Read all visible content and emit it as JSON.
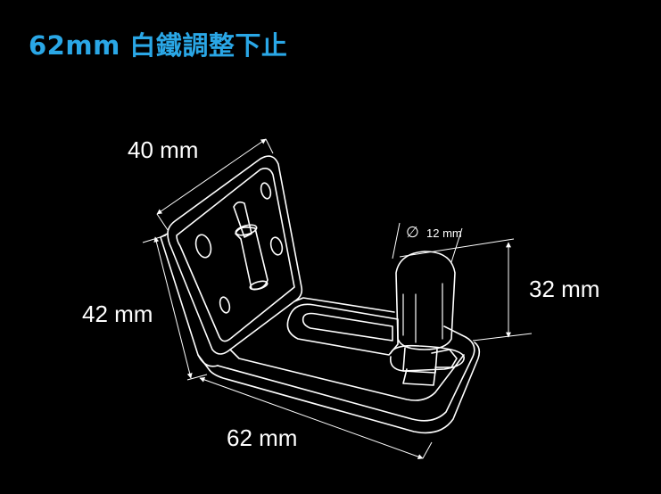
{
  "title": "62mm 白鐵調整下止",
  "dimensions": {
    "width_label": "40 mm",
    "height_label": "42 mm",
    "length_label": "62 mm",
    "pin_height_label": "32 mm",
    "pin_diameter_label": "12 mm",
    "diameter_symbol": "∅"
  },
  "colors": {
    "background": "#000000",
    "title": "#2aa7e6",
    "line": "#ffffff"
  }
}
